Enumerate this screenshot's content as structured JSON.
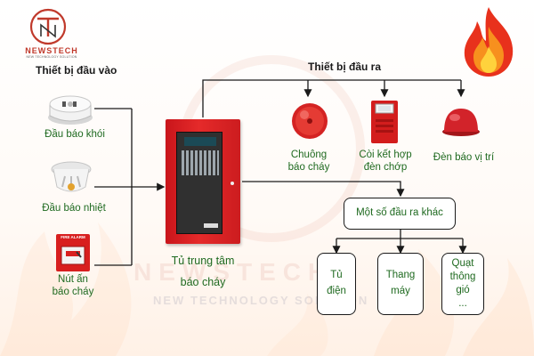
{
  "brand": {
    "name": "NEWSTECH",
    "tagline": "NEW TECHNOLOGY SOLUTION",
    "watermark_name": "NEWSTECH",
    "watermark_tagline": "NEW TECHNOLOGY SOLUTION"
  },
  "inputs": {
    "header": "Thiết bị đầu vào",
    "items": [
      "Đầu báo khói",
      "Đầu báo nhiệt",
      "Nút ấn\nbáo cháy"
    ],
    "call_point_badge": "FIRE ALARM"
  },
  "panel": {
    "label_line1": "Tủ trung tâm",
    "label_line2": "báo cháy"
  },
  "outputs": {
    "header": "Thiết bị đầu ra",
    "items": [
      {
        "line1": "Chuông",
        "line2": "báo cháy"
      },
      {
        "line1": "Còi kết hợp",
        "line2": "đèn chớp"
      },
      {
        "line1": "Đèn báo vị trí",
        "line2": ""
      }
    ]
  },
  "other_outputs": {
    "title": "Một số đầu ra khác",
    "items": [
      {
        "lines": [
          "Tủ",
          "điện"
        ]
      },
      {
        "lines": [
          "Thang",
          "máy"
        ]
      },
      {
        "lines": [
          "Quạt",
          "thông",
          "gió",
          "..."
        ]
      }
    ]
  },
  "colors": {
    "accent": "#d62020",
    "text_green": "#1f6a20",
    "line": "#1a1a1a"
  }
}
